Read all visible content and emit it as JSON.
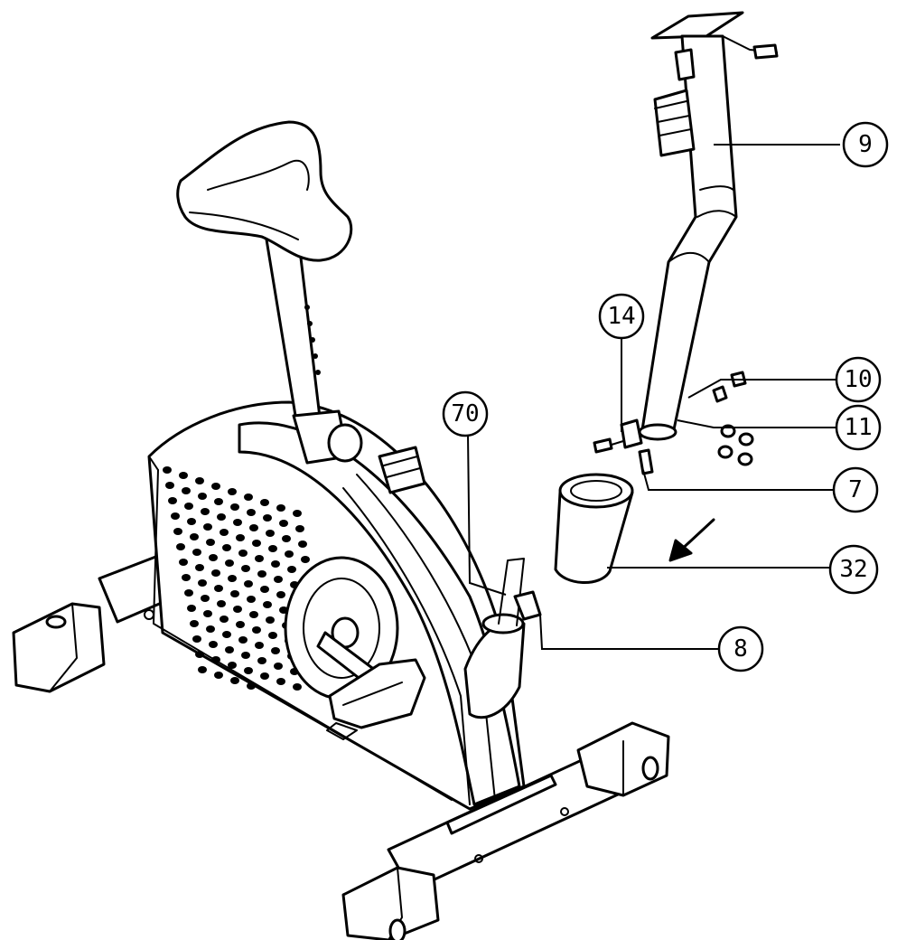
{
  "callouts": [
    {
      "id": "9",
      "label": "9"
    },
    {
      "id": "14",
      "label": "14"
    },
    {
      "id": "10",
      "label": "10"
    },
    {
      "id": "70",
      "label": "70"
    },
    {
      "id": "11",
      "label": "11"
    },
    {
      "id": "7",
      "label": "7"
    },
    {
      "id": "32",
      "label": "32"
    },
    {
      "id": "8",
      "label": "8"
    }
  ]
}
